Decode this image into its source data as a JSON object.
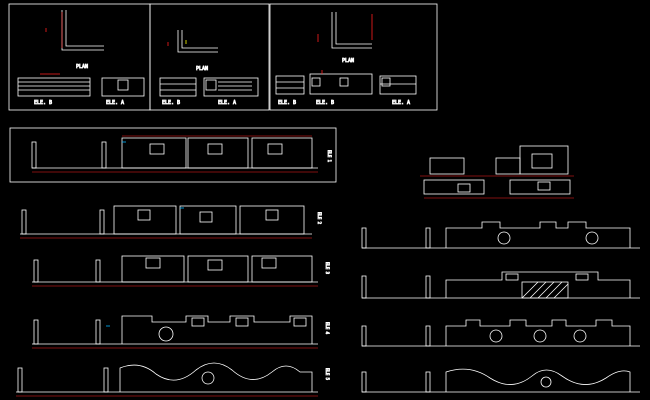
{
  "drawing": {
    "background": "#000000",
    "line_color": "#ffffff",
    "dim_color": "#ff2020",
    "accent_color": "#00b7ff"
  },
  "plan_panels": {
    "p1": {
      "plan": "PLAN",
      "ele_left": "ELE. B",
      "ele_right": "ELE. A"
    },
    "p2": {
      "plan": "PLAN",
      "ele_left": "ELE. B",
      "ele_right": "ELE. A"
    },
    "p3": {
      "plan": "PLAN",
      "ele_left": "ELE. B",
      "ele_mid": "ELE. B",
      "ele_right": "ELE. A"
    }
  },
  "elevations": {
    "e1": "ELE 1",
    "e2": "ELE 2",
    "e3": "ELE 3",
    "e4": "ELE 4",
    "e5": "ELE 5"
  }
}
